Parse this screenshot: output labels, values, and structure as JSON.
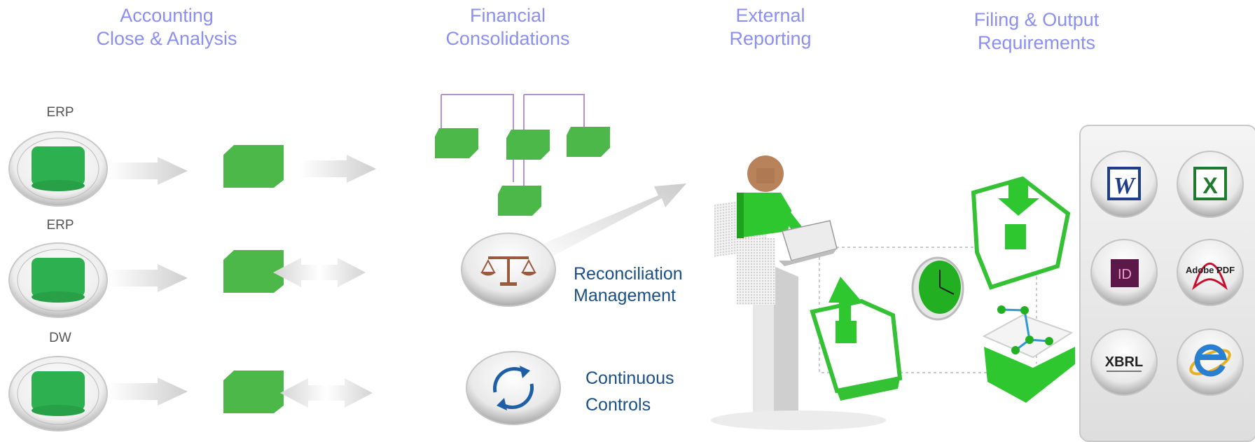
{
  "headers": {
    "accounting": [
      "Accounting",
      "Close & Analysis"
    ],
    "consolidations": [
      "Financial",
      "Consolidations"
    ],
    "reporting": [
      "External",
      "Reporting"
    ],
    "filing": [
      "Filing & Output",
      "Requirements"
    ]
  },
  "sources": [
    "ERP",
    "ERP",
    "DW"
  ],
  "reconciliation": [
    "Reconciliation",
    "Management"
  ],
  "controls": [
    "Continuous",
    "Controls"
  ],
  "output_formats": [
    "word-icon",
    "excel-icon",
    "indesign-icon",
    "adobe-pdf-icon",
    "xbrl-icon",
    "internet-explorer-icon"
  ],
  "icon_text": {
    "word": "W",
    "excel": "X",
    "indesign": "ID",
    "pdf": "Adobe PDF",
    "xbrl": "XBRL"
  },
  "colors": {
    "green": "#4db84a",
    "header": "#8a8ff0",
    "label": "#1a4f85"
  }
}
